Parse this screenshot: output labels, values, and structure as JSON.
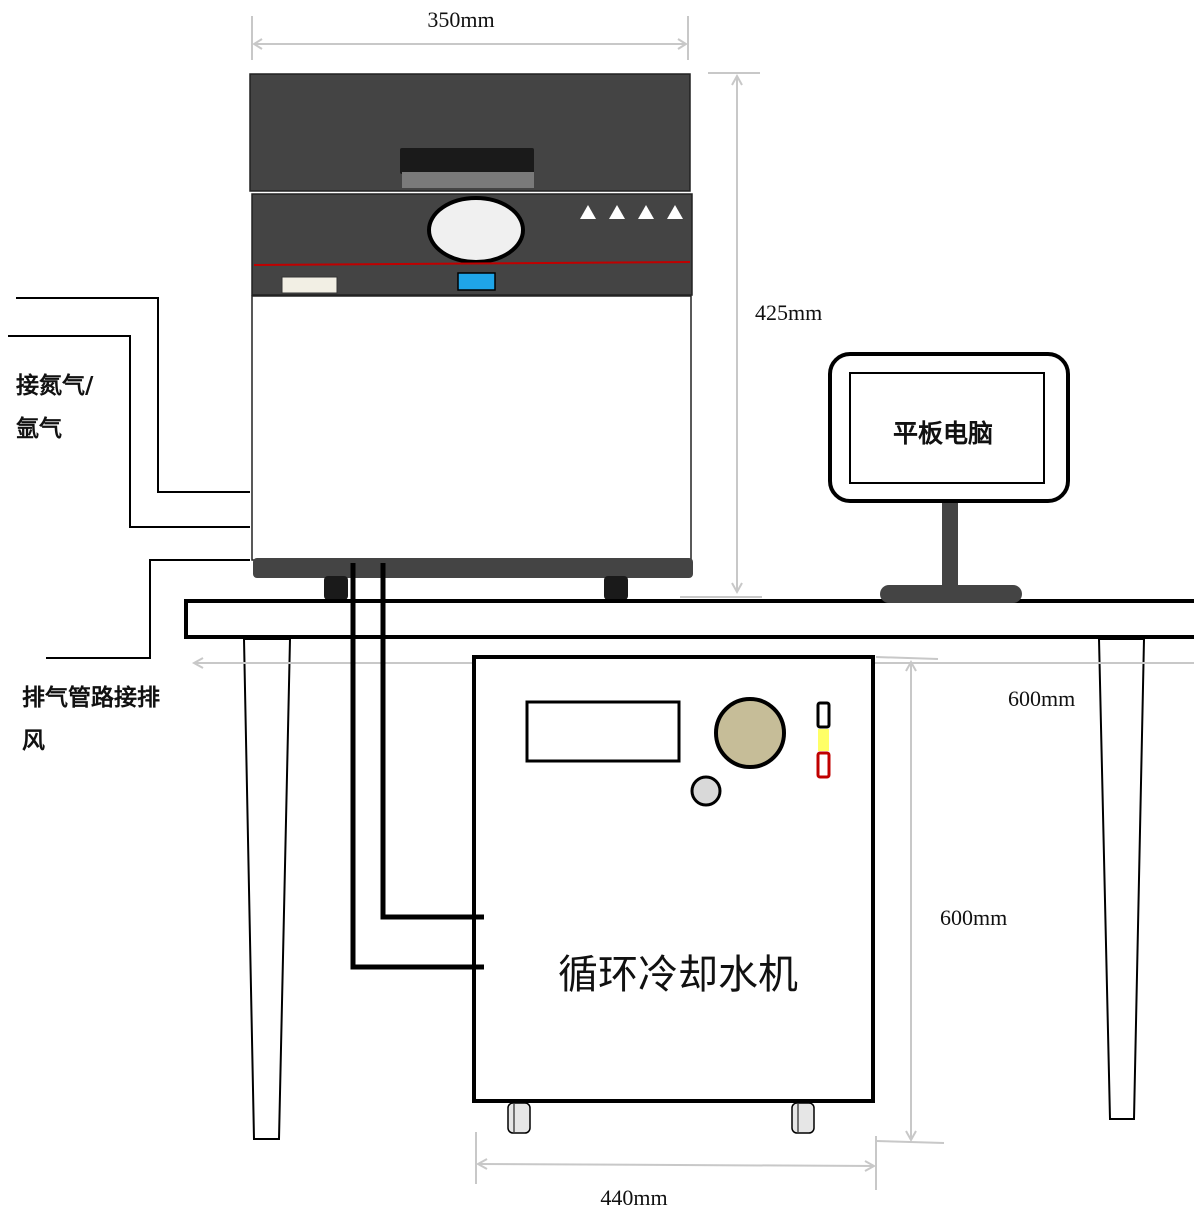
{
  "dimensions": {
    "furnace_width": "350mm",
    "furnace_height": "425mm",
    "table_width": "600mm",
    "chiller_height": "600mm",
    "chiller_width": "440mm"
  },
  "labels": {
    "gas_inlet_line1": "接氮气/",
    "gas_inlet_line2": "氩气",
    "exhaust_line1": "排气管路接排",
    "exhaust_line2": "风",
    "tablet": "平板电脑",
    "chiller": "循环冷却水机"
  },
  "colors": {
    "furnace_body": "#444444",
    "red_stripe": "#c00000",
    "blue_button": "#1fa5e8",
    "dim_line": "#c8c8c8",
    "chiller_knob": "#c6bd98"
  }
}
